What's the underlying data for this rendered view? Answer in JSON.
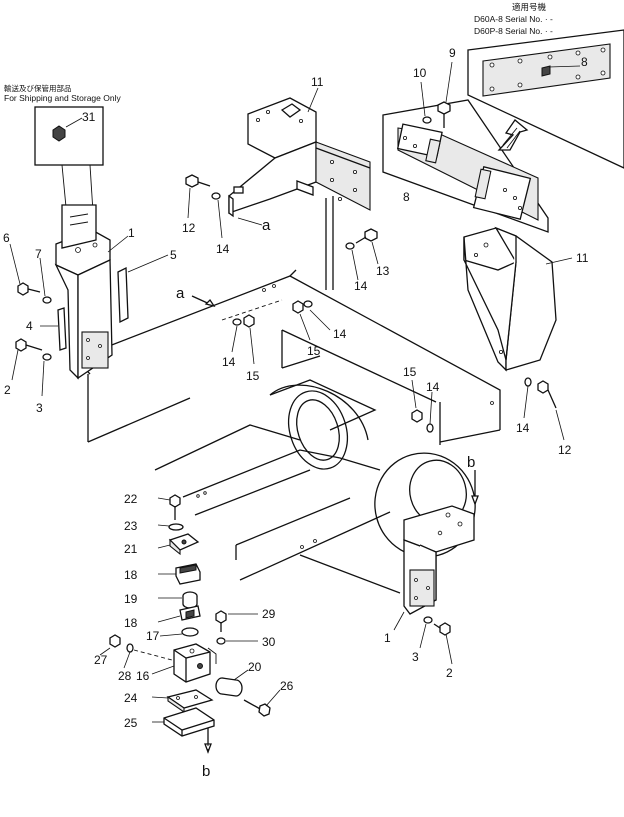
{
  "serial_box": {
    "header": "適用号機",
    "line1": "D60A-8 Serial No. · -",
    "line2": "D60P-8 Serial No. · -"
  },
  "shipping_note": {
    "jp": "輸送及び保管用部品",
    "en": "For Shipping and Storage Only"
  },
  "part_numbers": {
    "p1a": "1",
    "p1b": "1",
    "p2a": "2",
    "p2b": "2",
    "p3a": "3",
    "p3b": "3",
    "p4": "4",
    "p5": "5",
    "p6": "6",
    "p7": "7",
    "p8a": "8",
    "p8b": "8",
    "p9": "9",
    "p10": "10",
    "p11a": "11",
    "p11b": "11",
    "p12a": "12",
    "p12b": "12",
    "p13": "13",
    "p14a": "14",
    "p14b": "14",
    "p14c": "14",
    "p14d": "14",
    "p14e": "14",
    "p14f": "14",
    "p15a": "15",
    "p15b": "15",
    "p15c": "15",
    "p16": "16",
    "p17": "17",
    "p18a": "18",
    "p18b": "18",
    "p19": "19",
    "p20": "20",
    "p21": "21",
    "p22": "22",
    "p23": "23",
    "p24": "24",
    "p25": "25",
    "p26": "26",
    "p27": "27",
    "p28": "28",
    "p29": "29",
    "p30": "30",
    "p31": "31"
  },
  "reference_letters": {
    "a1": "a",
    "a2": "a",
    "b1": "b",
    "b2": "b"
  }
}
